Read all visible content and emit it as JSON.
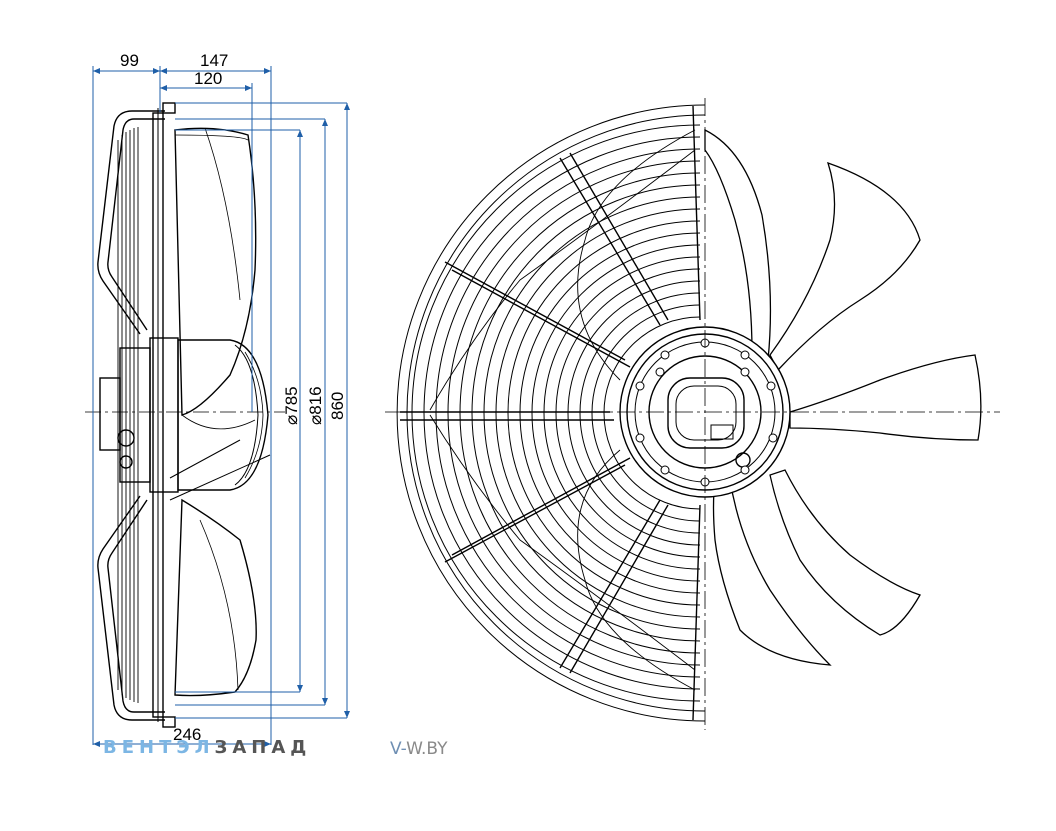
{
  "dimensions": {
    "d99": "99",
    "d147": "147",
    "d120": "120",
    "d246": "246",
    "d785": "⌀785",
    "d816": "⌀816",
    "d860": "860"
  },
  "watermark": {
    "brand_part1": "ВЕНТЭЛ",
    "brand_part2": "ЗАПАД",
    "url_part1": "V-",
    "url_part2": "W.BY"
  },
  "colors": {
    "dimension_lines": "#1f5fa8",
    "drawing_lines": "#000000",
    "brand_light": "#7cb6e4",
    "brand_dark": "#555555"
  }
}
